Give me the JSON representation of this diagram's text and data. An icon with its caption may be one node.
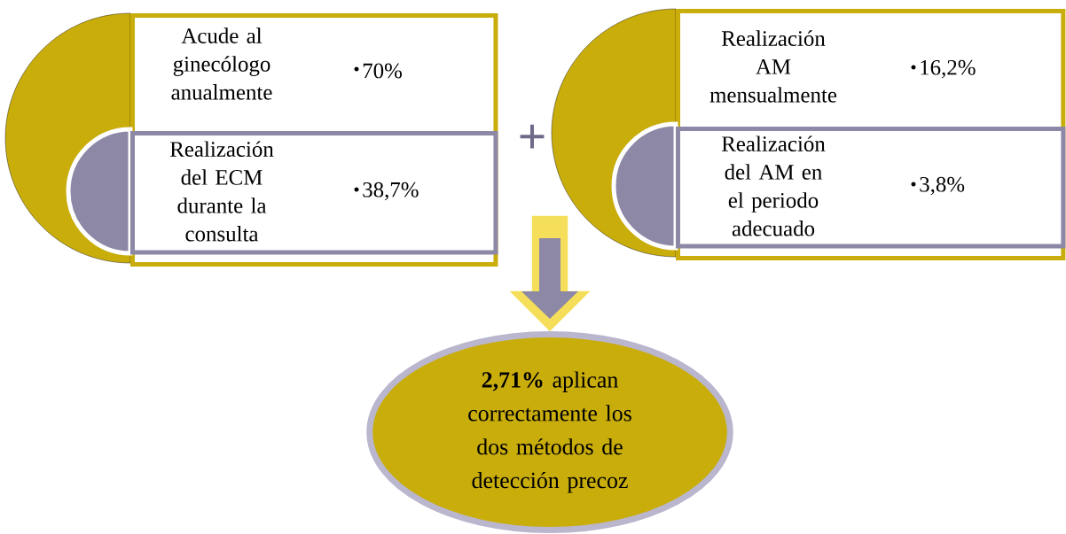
{
  "diagram": {
    "nodes": [
      {
        "text": [
          "Acude al ginecólogo anualmente",
          "70%"
        ]
      },
      {
        "text": [
          "Realización del ECM durante la consulta",
          "38,7%"
        ],
        "in": 0
      },
      {
        "text": [
          "Realización AM mensualmente",
          "16,2%"
        ]
      },
      {
        "text": [
          "Realización del AM en el periodo adecuado",
          "3,8%"
        ],
        "in": 2
      },
      {
        "text": [
          "**2,71%** aplican correctamente los dos métodos de detección precoz"
        ]
      }
    ],
    "edges": [
      {
        "from": null,
        "to": 4,
        "arrow": "to"
      }
    ],
    "labels": [
      "+"
    ]
  }
}
